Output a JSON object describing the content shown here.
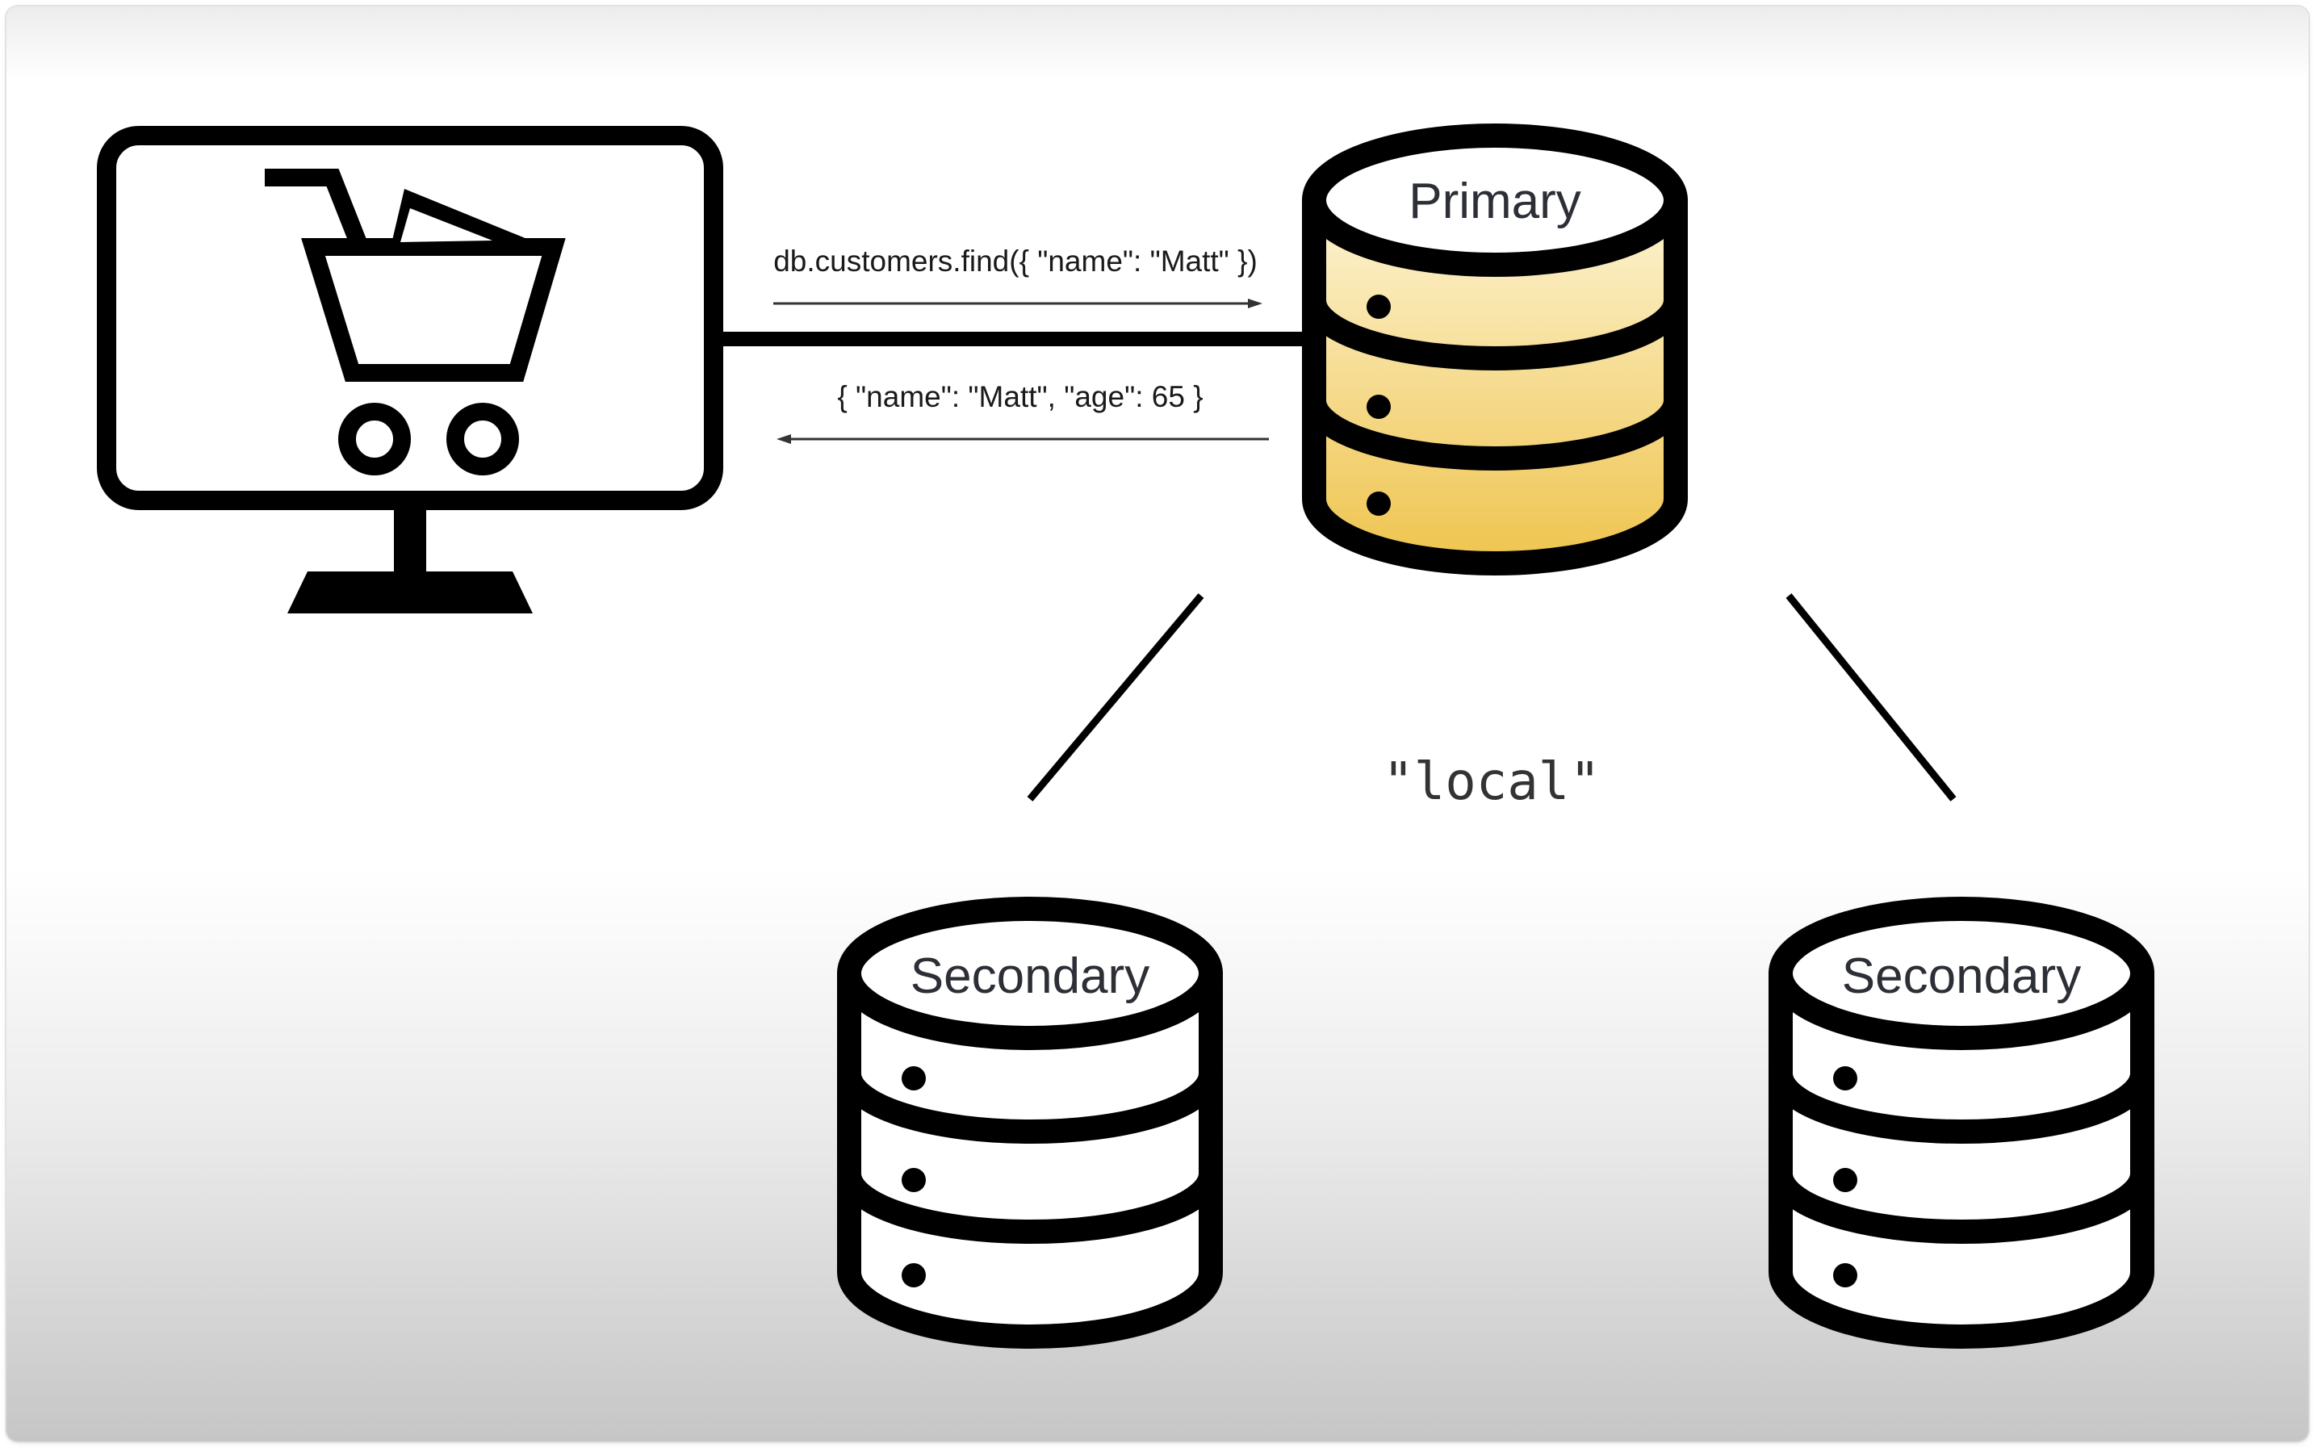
{
  "client": {
    "icon": "shopping-cart-monitor-icon"
  },
  "request": {
    "query_text": "db.customers.find({ \"name\": \"Matt\" })",
    "response_text": "{ \"name\": \"Matt\", \"age\": 65 }"
  },
  "replica_set": {
    "primary": {
      "label": "Primary"
    },
    "secondaries": [
      {
        "label": "Secondary"
      },
      {
        "label": "Secondary"
      }
    ]
  },
  "read_concern": "\"local\"",
  "colors": {
    "primary_fill_top": "#fdf4d4",
    "primary_fill_bottom": "#efc44e",
    "stroke": "#000000",
    "secondary_fill": "#ffffff"
  }
}
